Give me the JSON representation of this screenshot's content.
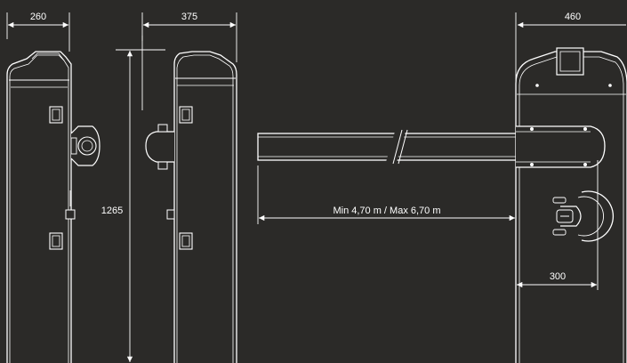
{
  "colors": {
    "background": "#2b2a28",
    "body": "#2b2a28",
    "line": "#ffffff"
  },
  "dimensions": {
    "width_side": "260",
    "width_front": "375",
    "height": "1265",
    "boom_length": "Min 4,70 m / Max 6,70 m",
    "cabinet_width": "460",
    "motor_offset": "300"
  }
}
